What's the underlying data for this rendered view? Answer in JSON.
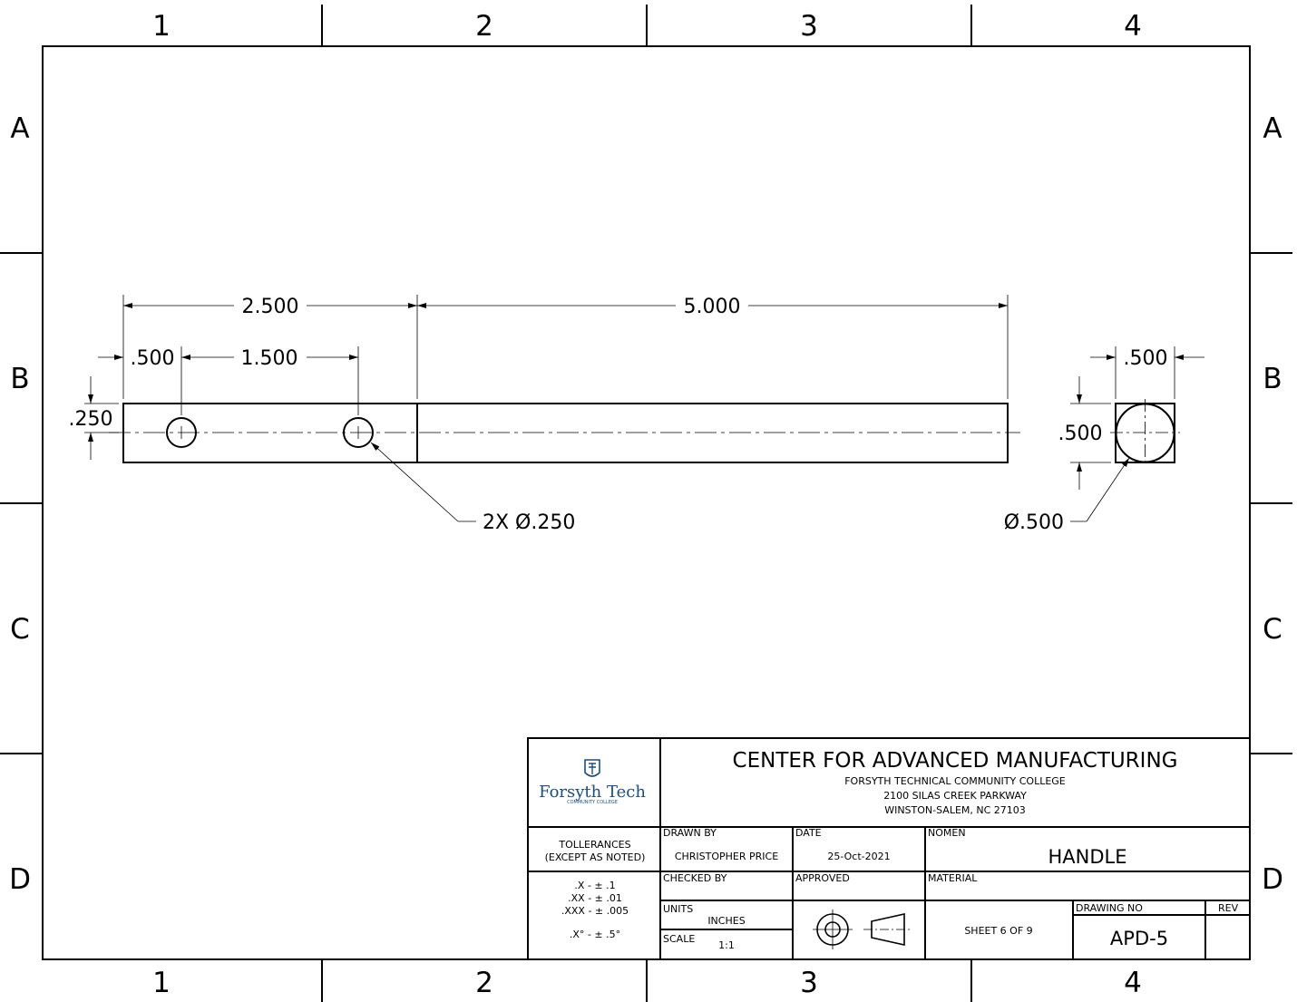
{
  "zones": {
    "columns": [
      "1",
      "2",
      "3",
      "4"
    ],
    "rows": [
      "A",
      "B",
      "C",
      "D"
    ]
  },
  "front_view": {
    "dim_overall_left": "2.500",
    "dim_overall_right": "5.000",
    "dim_hole1_offset": ".500",
    "dim_hole_spacing": "1.500",
    "dim_hole_height": ".250",
    "callout_holes": "2X Ø.250"
  },
  "side_view": {
    "dim_width": ".500",
    "dim_height": ".500",
    "callout_diameter": "Ø.500"
  },
  "title_block": {
    "logo_text": "Forsyth Tech",
    "logo_sub": "COMMUNITY COLLEGE",
    "org_title": "CENTER FOR ADVANCED MANUFACTURING",
    "org_line1": "FORSYTH TECHNICAL COMMUNITY COLLEGE",
    "org_line2": "2100 SILAS CREEK PARKWAY",
    "org_line3": "WINSTON-SALEM, NC 27103",
    "tolerances_label_1": "TOLLERANCES",
    "tolerances_label_2": "(EXCEPT AS NOTED)",
    "tol_x": ".X - ± .1",
    "tol_xx": ".XX - ± .01",
    "tol_xxx": ".XXX - ± .005",
    "tol_angle": ".X° - ± .5°",
    "drawn_by_label": "DRAWN BY",
    "drawn_by_value": "CHRISTOPHER PRICE",
    "date_label": "DATE",
    "date_value": "25-Oct-2021",
    "nomen_label": "NOMEN",
    "nomen_value": "HANDLE",
    "checked_by_label": "CHECKED BY",
    "approved_label": "APPROVED",
    "material_label": "MATERIAL",
    "units_label": "UNITS",
    "units_value": "INCHES",
    "scale_label": "SCALE",
    "scale_value": "1:1",
    "sheet_value": "SHEET 6 OF 9",
    "drawing_no_label": "DRAWING NO",
    "drawing_no_value": "APD-5",
    "rev_label": "REV"
  }
}
